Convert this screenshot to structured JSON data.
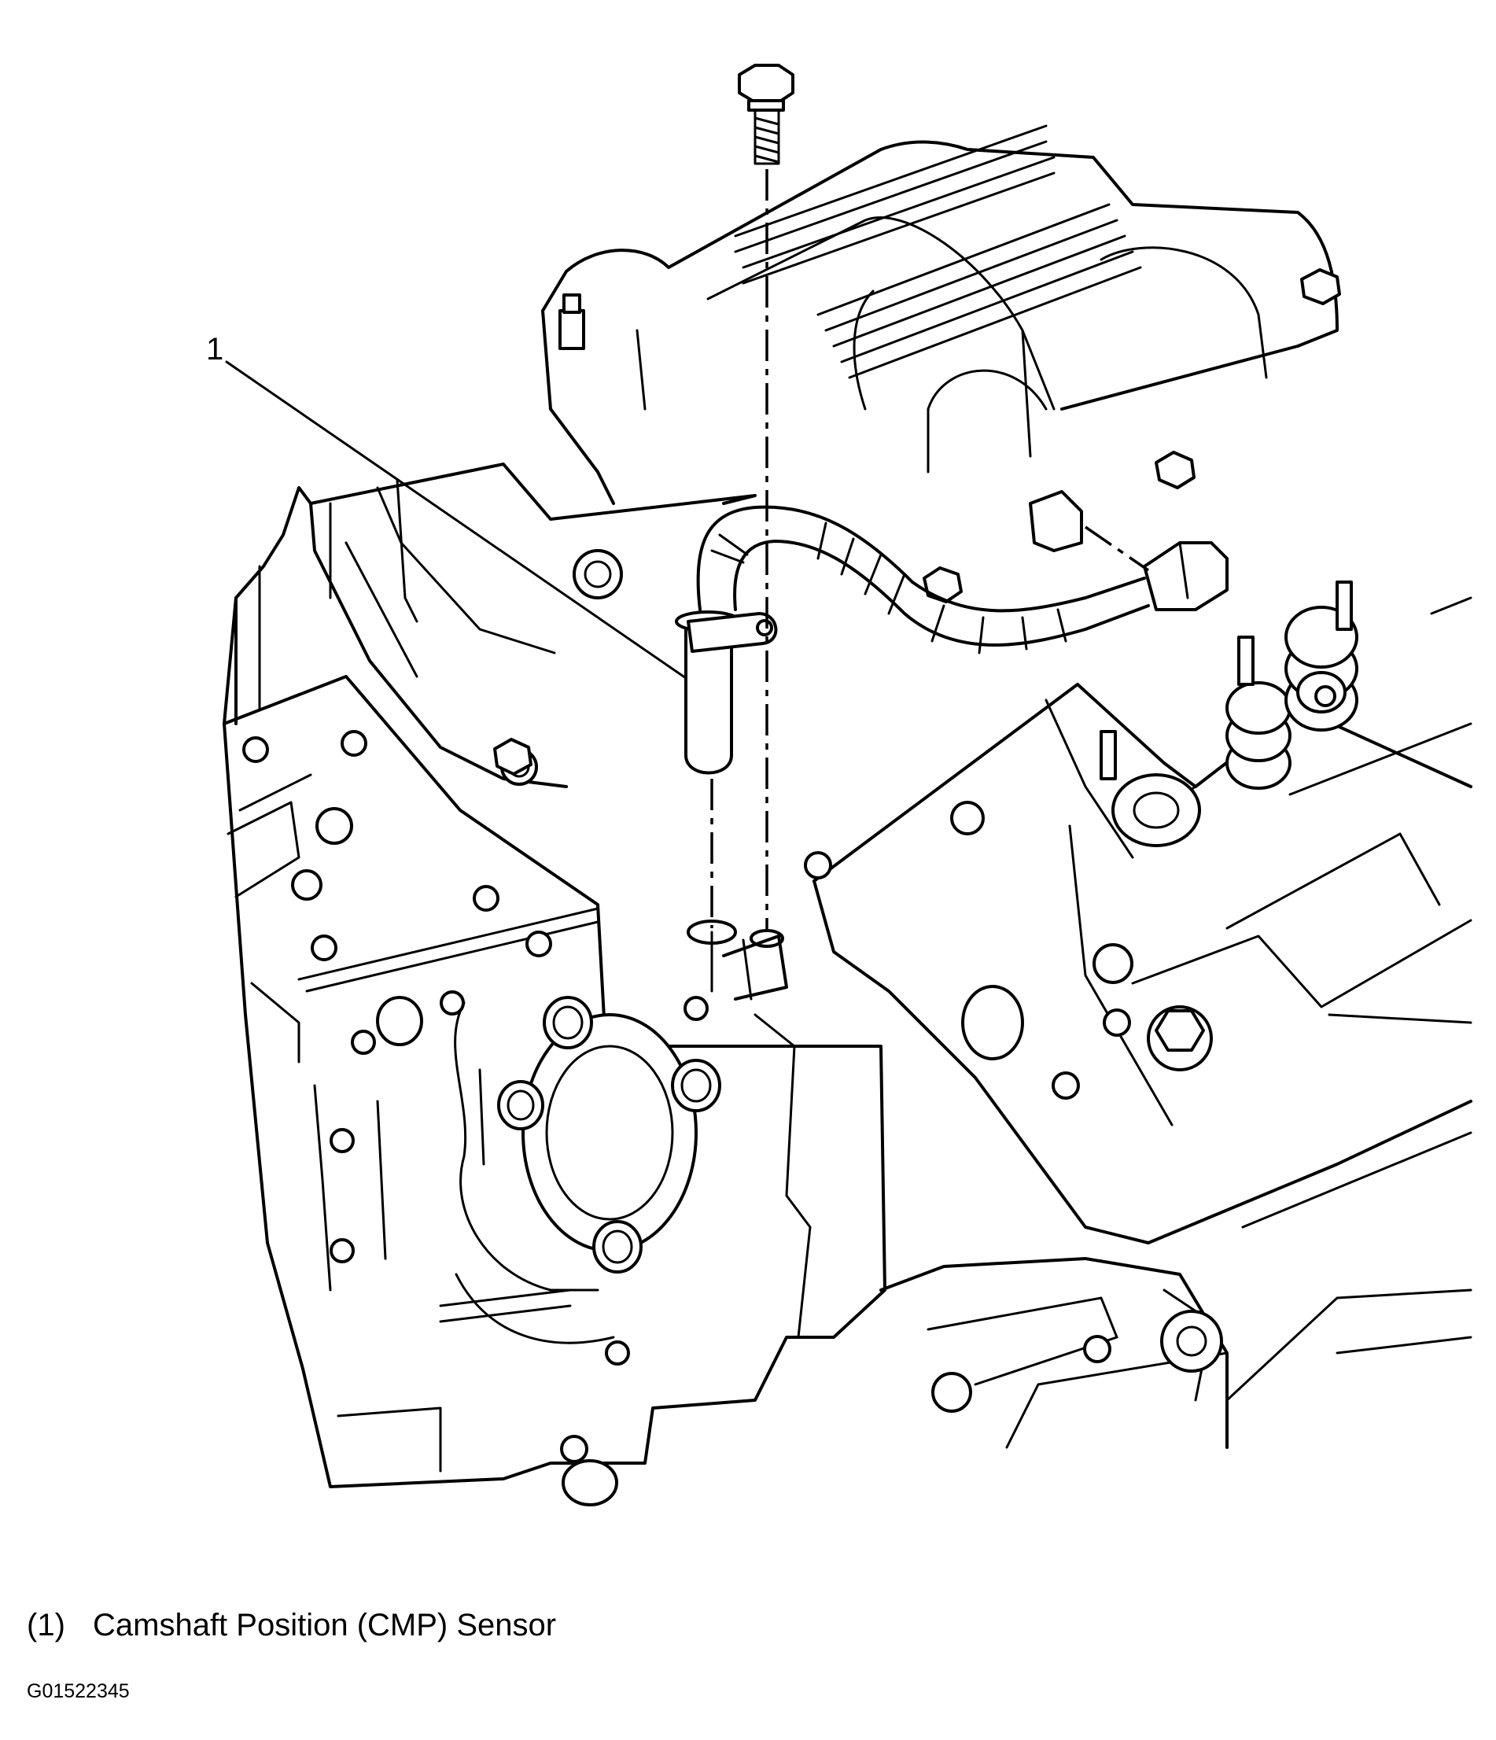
{
  "diagram": {
    "callouts": [
      {
        "number": "1",
        "target": "camshaft-position-sensor"
      }
    ]
  },
  "legend": [
    {
      "number": "(1)",
      "label": "Camshaft Position (CMP) Sensor"
    }
  ],
  "figure_id": "G01522345"
}
